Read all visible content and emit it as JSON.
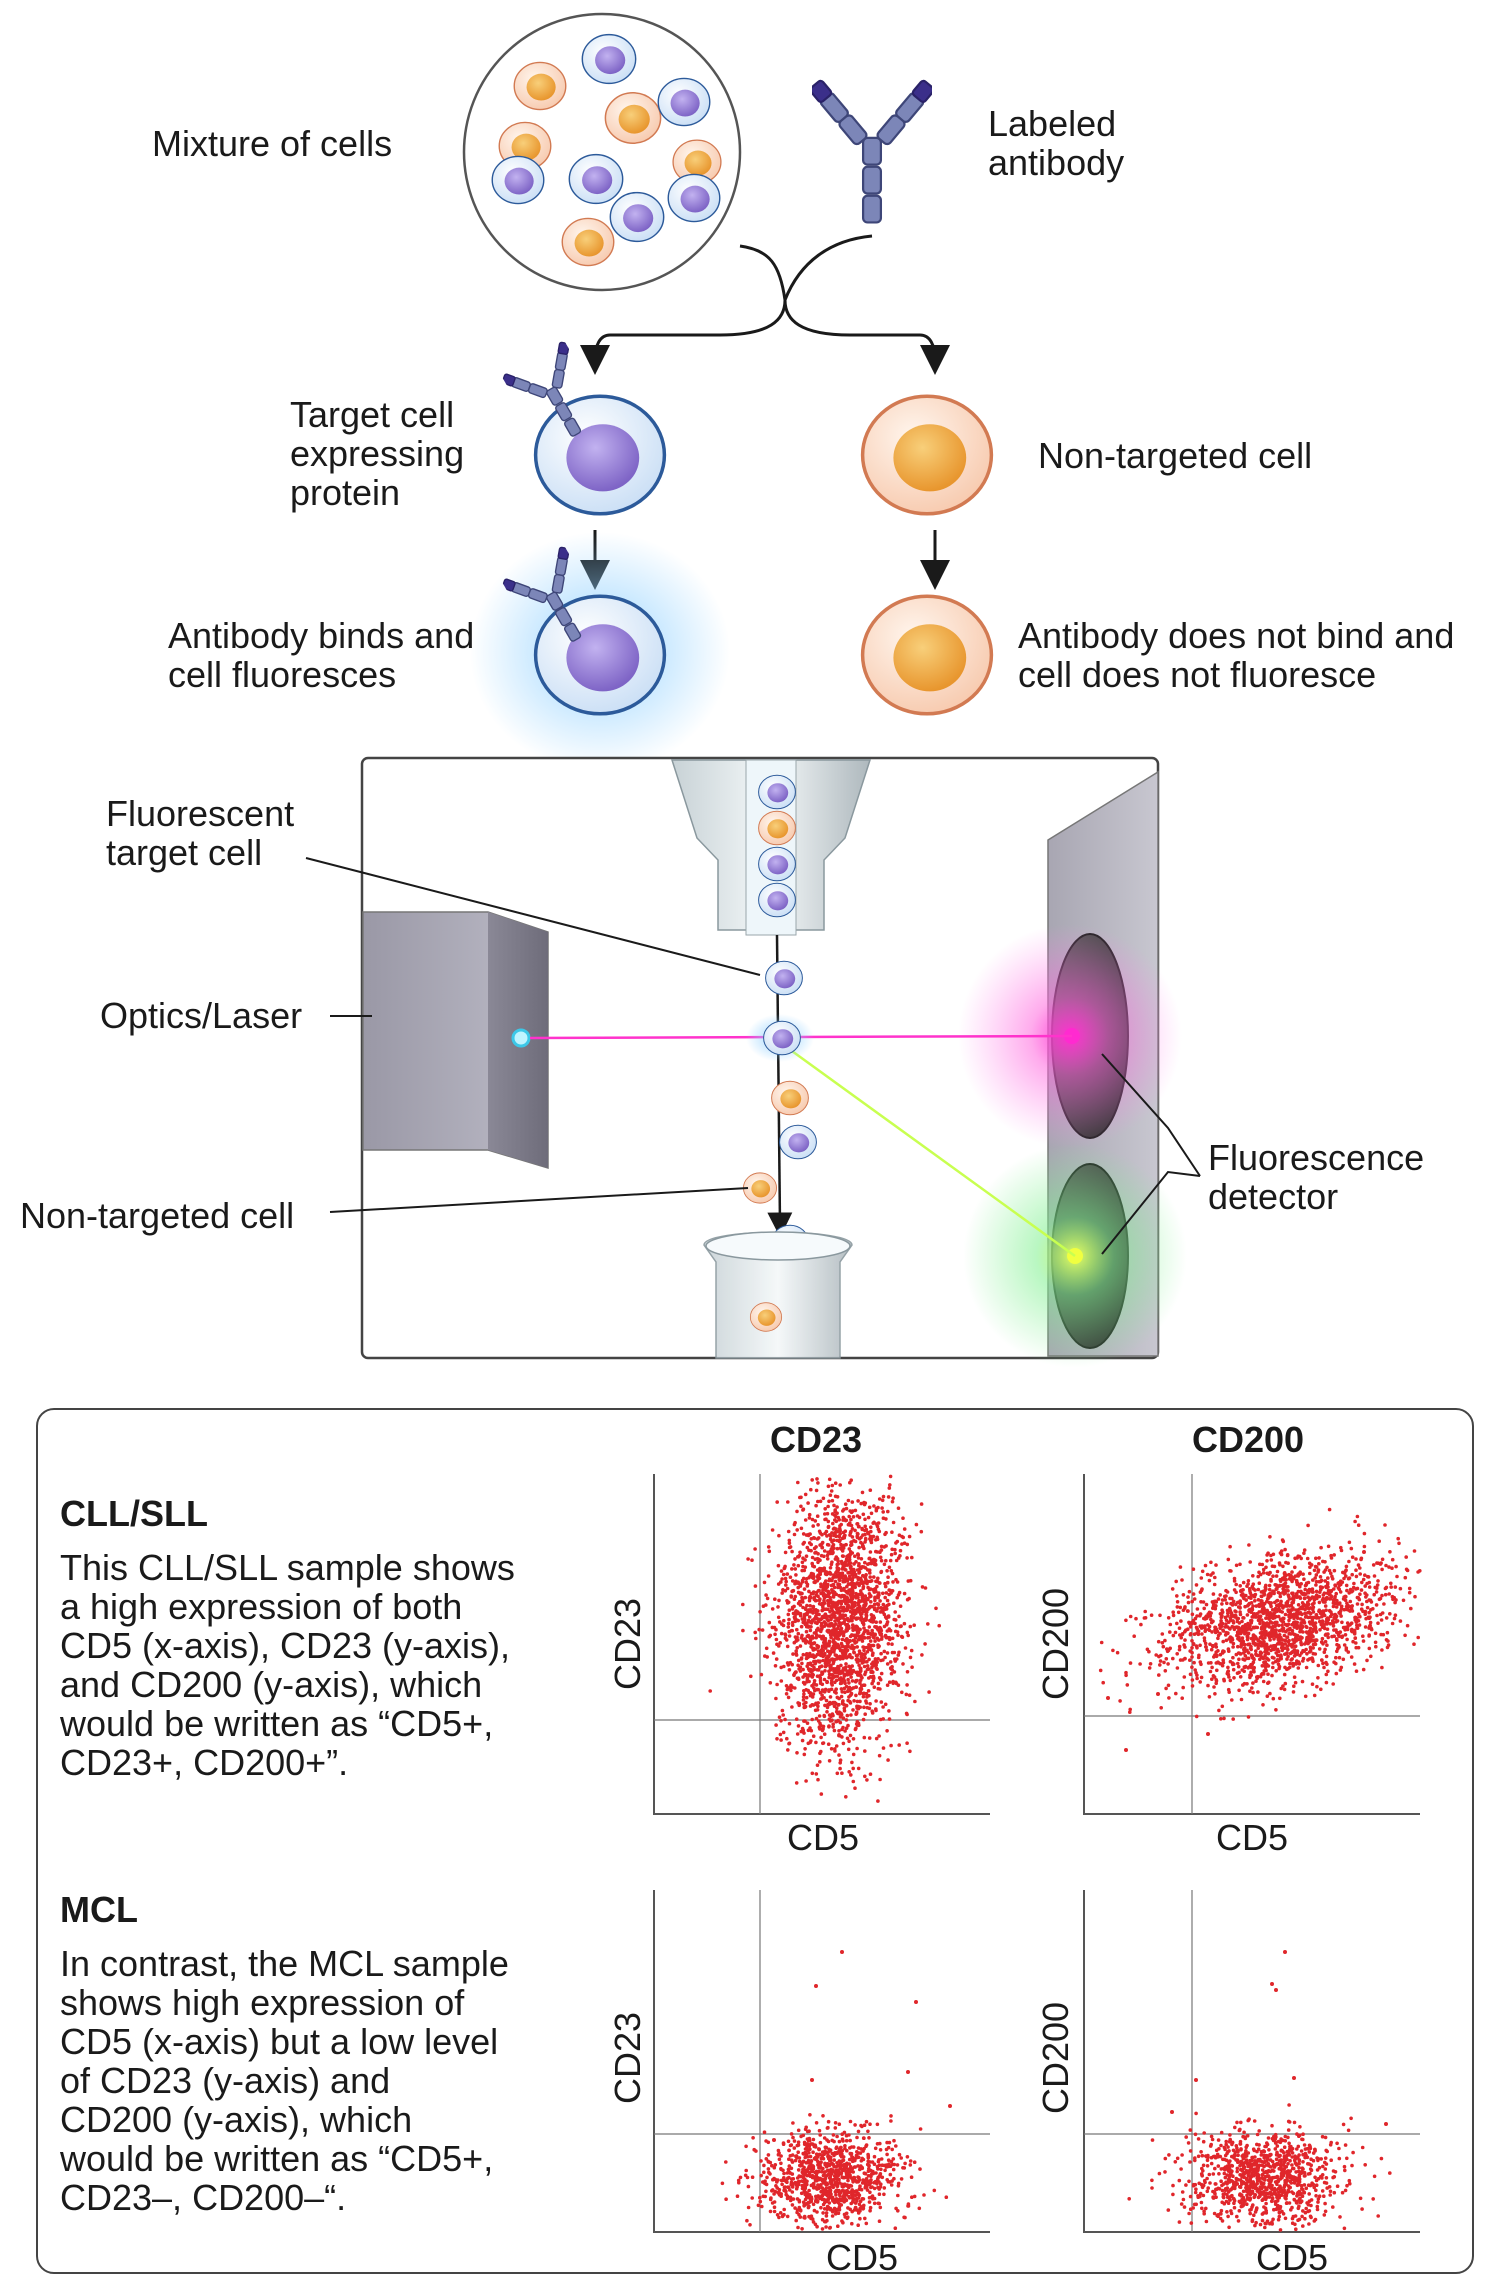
{
  "top": {
    "mixture_label": "Mixture of cells",
    "antibody_label": "Labeled\nantibody",
    "target_label": "Target cell\nexpressing\nprotein",
    "nontarget_label": "Non-targeted cell",
    "binds_label": "Antibody binds and\ncell fluoresces",
    "notbind_label": "Antibody does not bind and\ncell does not fluoresce"
  },
  "cytometer": {
    "fluor_target_label": "Fluorescent\ntarget cell",
    "optics_label": "Optics/Laser",
    "nontarget_label": "Non-targeted cell",
    "detector_label": "Fluorescence\ndetector"
  },
  "plots": {
    "col_headers": [
      "CD23",
      "CD200"
    ],
    "cll": {
      "title": "CLL/SLL",
      "text": "This CLL/SLL sample shows\na high expression of both\nCD5 (x-axis), CD23 (y-axis),\nand CD200 (y-axis), which\nwould be written as “CD5+,\nCD23+, CD200+”."
    },
    "mcl": {
      "title": "MCL",
      "text": "In contrast, the MCL sample\nshows high expression of\nCD5 (x-axis) but a low level\nof CD23 (y-axis) and\nCD200 (y-axis), which\nwould be written as “CD5+,\nCD23–, CD200–“."
    },
    "ylabels": [
      "CD23",
      "CD200",
      "CD23",
      "CD200"
    ],
    "xlabels": [
      "CD5",
      "CD5",
      "CD5",
      "CD5"
    ]
  },
  "colors": {
    "purple_cell": "#9c86d8",
    "orange_cell": "#f0a94a",
    "dot_red": "#e0262b",
    "laser_magenta": "#ff33cc",
    "laser_green": "#c8ff50",
    "antibody": "#6a74a8"
  }
}
